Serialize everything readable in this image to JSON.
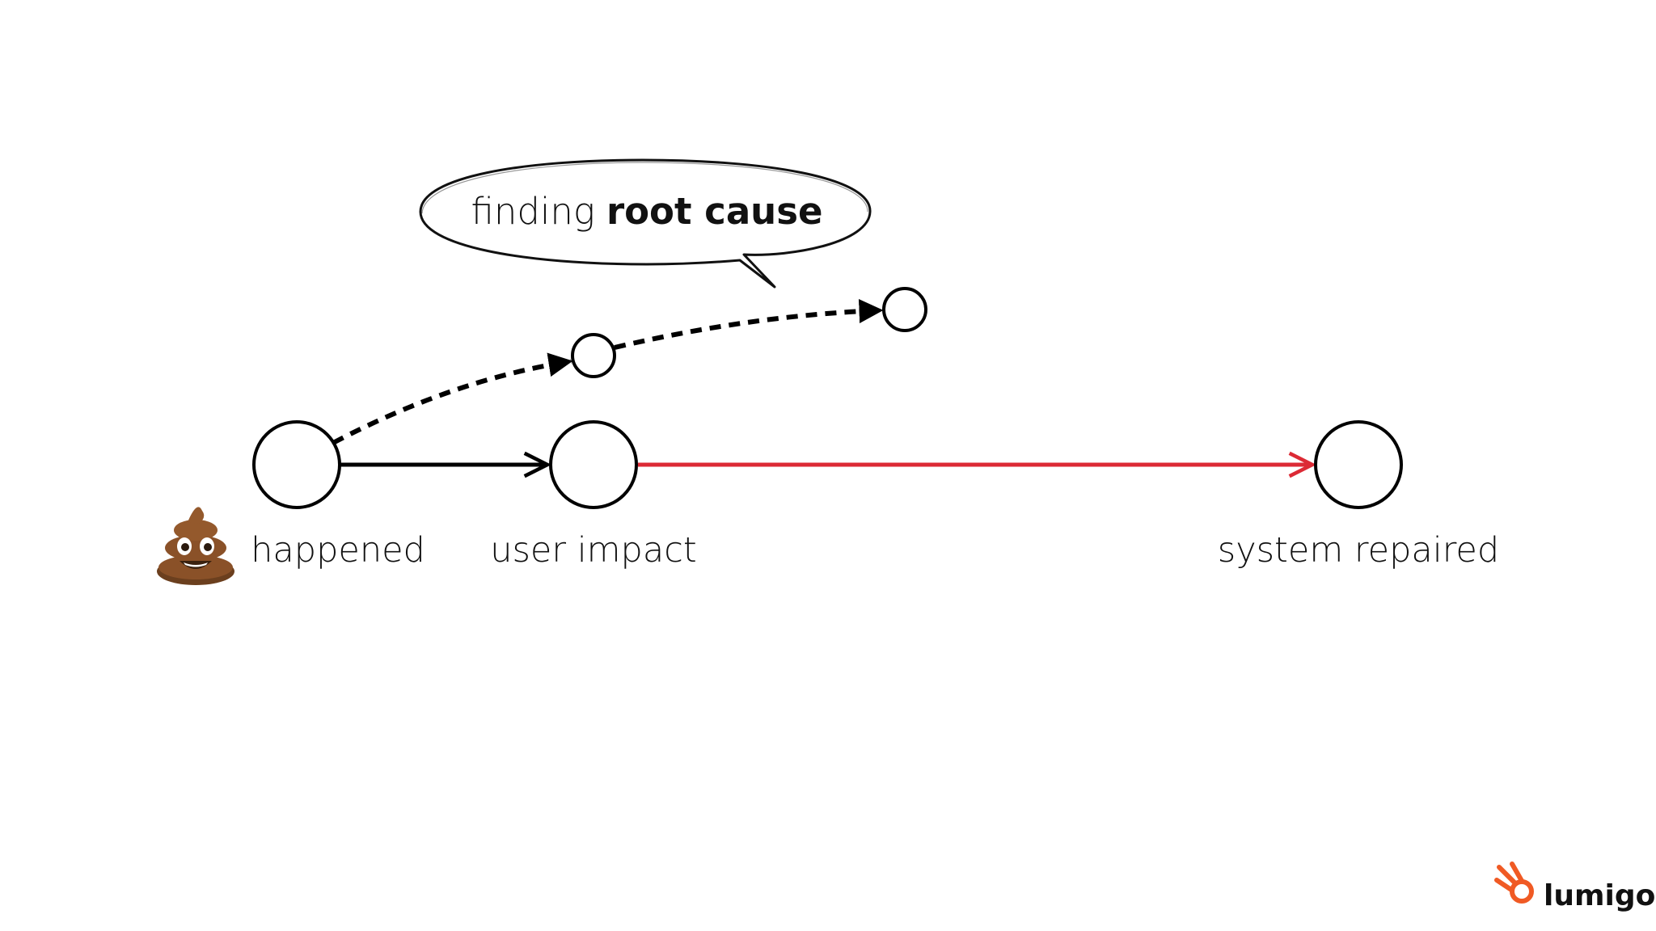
{
  "speech_bubble": {
    "text_regular": "finding",
    "text_bold": "root cause"
  },
  "nodes": {
    "happened": {
      "label": "happened",
      "emoji": "💩"
    },
    "user_impact": {
      "label": "user impact"
    },
    "system_repaired": {
      "label": "system repaired"
    }
  },
  "edges": [
    {
      "from": "happened",
      "to": "user_impact",
      "style": "solid",
      "color": "#000000"
    },
    {
      "from": "user_impact",
      "to": "system_repaired",
      "style": "solid",
      "color": "#DC2A35"
    },
    {
      "from": "happened",
      "to": "root_cause_step_1",
      "style": "dashed",
      "color": "#000000"
    },
    {
      "from": "root_cause_step_1",
      "to": "root_cause_step_2",
      "style": "dashed",
      "color": "#000000"
    }
  ],
  "colors": {
    "red_edge": "#DC2A35",
    "logo_orange": "#F05A24"
  },
  "logo": {
    "text": "lumigo"
  }
}
